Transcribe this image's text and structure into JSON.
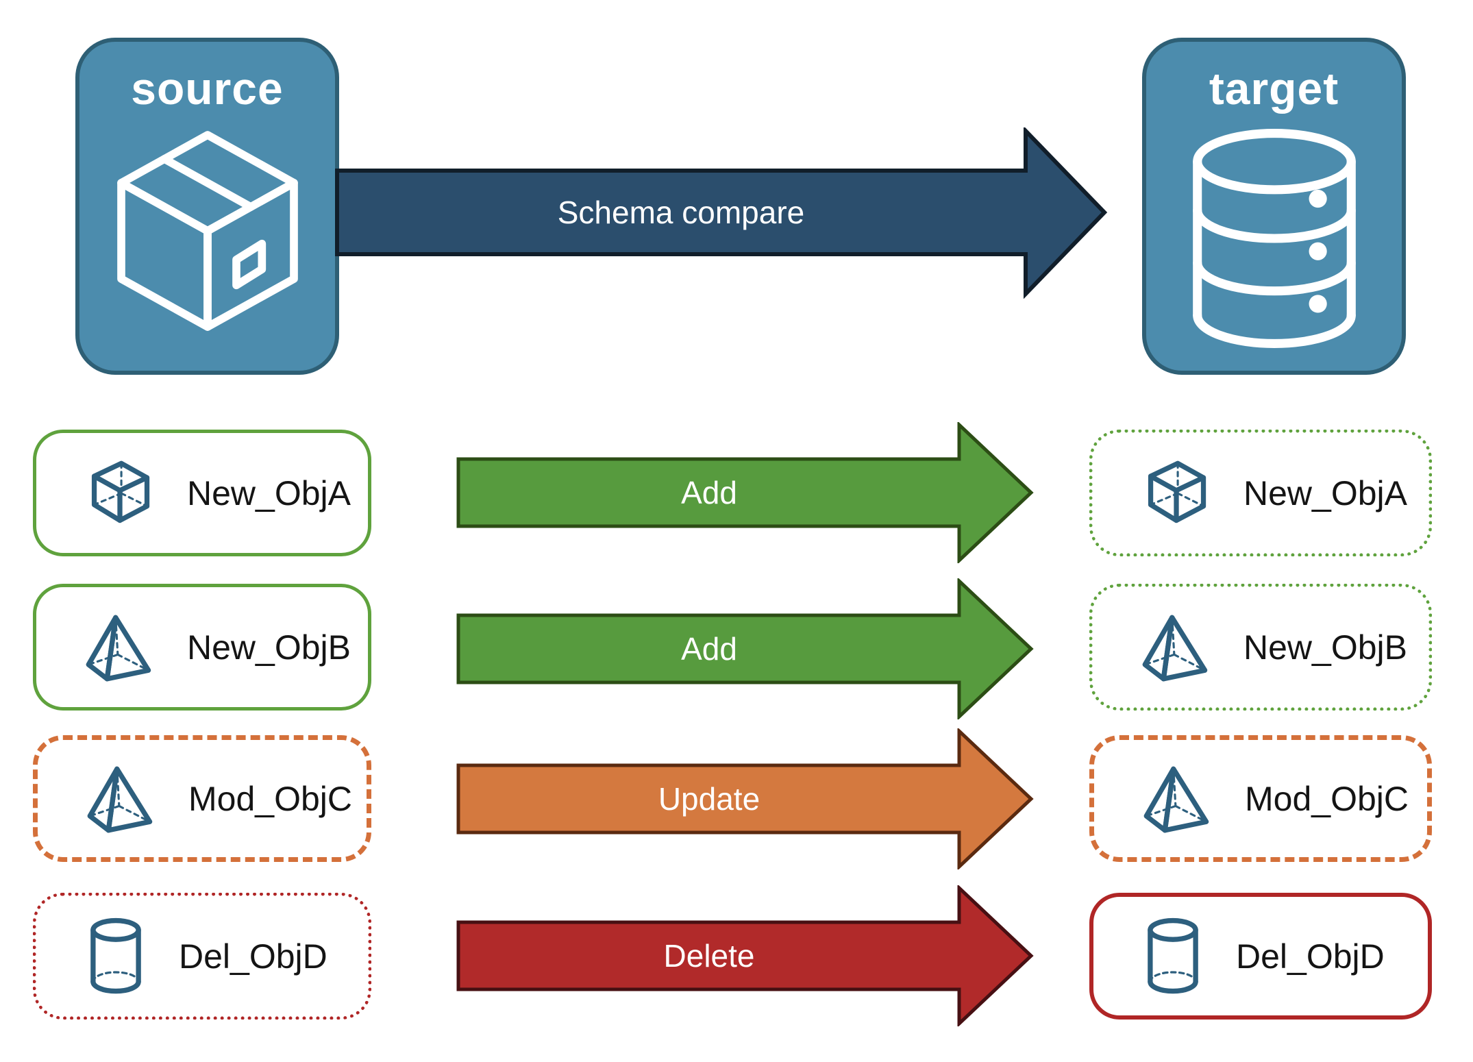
{
  "palette": {
    "node_blue": "#4C8CAD",
    "node_blue_border": "#2E5F75",
    "icon_blue": "#2D5F7E",
    "navy_arrow": "#2B4E6D",
    "navy_arrow_border": "#111E2A",
    "green_arrow": "#579B3E",
    "green_arrow_border": "#2C4D15",
    "green_outline": "#5FA23D",
    "orange_arrow": "#D4793F",
    "orange_arrow_border": "#5A2A10",
    "orange_outline": "#D4703A",
    "red_arrow": "#B12A2A",
    "red_arrow_border": "#471013",
    "red_outline": "#B02626",
    "label_text": "#141414",
    "arrow_text": "#FFFFFF"
  },
  "top": {
    "source": {
      "label": "source",
      "icon": "package-icon"
    },
    "target": {
      "label": "target",
      "icon": "database-icon"
    },
    "arrow": {
      "label": "Schema compare",
      "fill": "#2B4E6D",
      "stroke": "#111E2A"
    }
  },
  "rows": [
    {
      "object": "New_ObjA",
      "icon": "cube-icon",
      "action": "Add",
      "arrow": {
        "fill": "#579B3E",
        "stroke": "#2C4D15"
      },
      "source_box": {
        "border_style": "solid",
        "border_color": "#5FA23D",
        "border_width": "5px"
      },
      "target_box": {
        "border_style": "dotted",
        "border_color": "#5FA23D",
        "border_width": "5px"
      }
    },
    {
      "object": "New_ObjB",
      "icon": "pyramid-icon",
      "action": "Add",
      "arrow": {
        "fill": "#579B3E",
        "stroke": "#2C4D15"
      },
      "source_box": {
        "border_style": "solid",
        "border_color": "#5FA23D",
        "border_width": "5px"
      },
      "target_box": {
        "border_style": "dotted",
        "border_color": "#5FA23D",
        "border_width": "5px"
      }
    },
    {
      "object": "Mod_ObjC",
      "icon": "pyramid-icon",
      "action": "Update",
      "arrow": {
        "fill": "#D4793F",
        "stroke": "#5A2A10"
      },
      "source_box": {
        "border_style": "dashed",
        "border_color": "#D4703A",
        "border_width": "7px"
      },
      "target_box": {
        "border_style": "dashed",
        "border_color": "#D4703A",
        "border_width": "7px"
      }
    },
    {
      "object": "Del_ObjD",
      "icon": "cylinder-icon",
      "action": "Delete",
      "arrow": {
        "fill": "#B12A2A",
        "stroke": "#471013"
      },
      "source_box": {
        "border_style": "dotted",
        "border_color": "#B02626",
        "border_width": "5px"
      },
      "target_box": {
        "border_style": "solid",
        "border_color": "#B02626",
        "border_width": "6px"
      }
    }
  ]
}
